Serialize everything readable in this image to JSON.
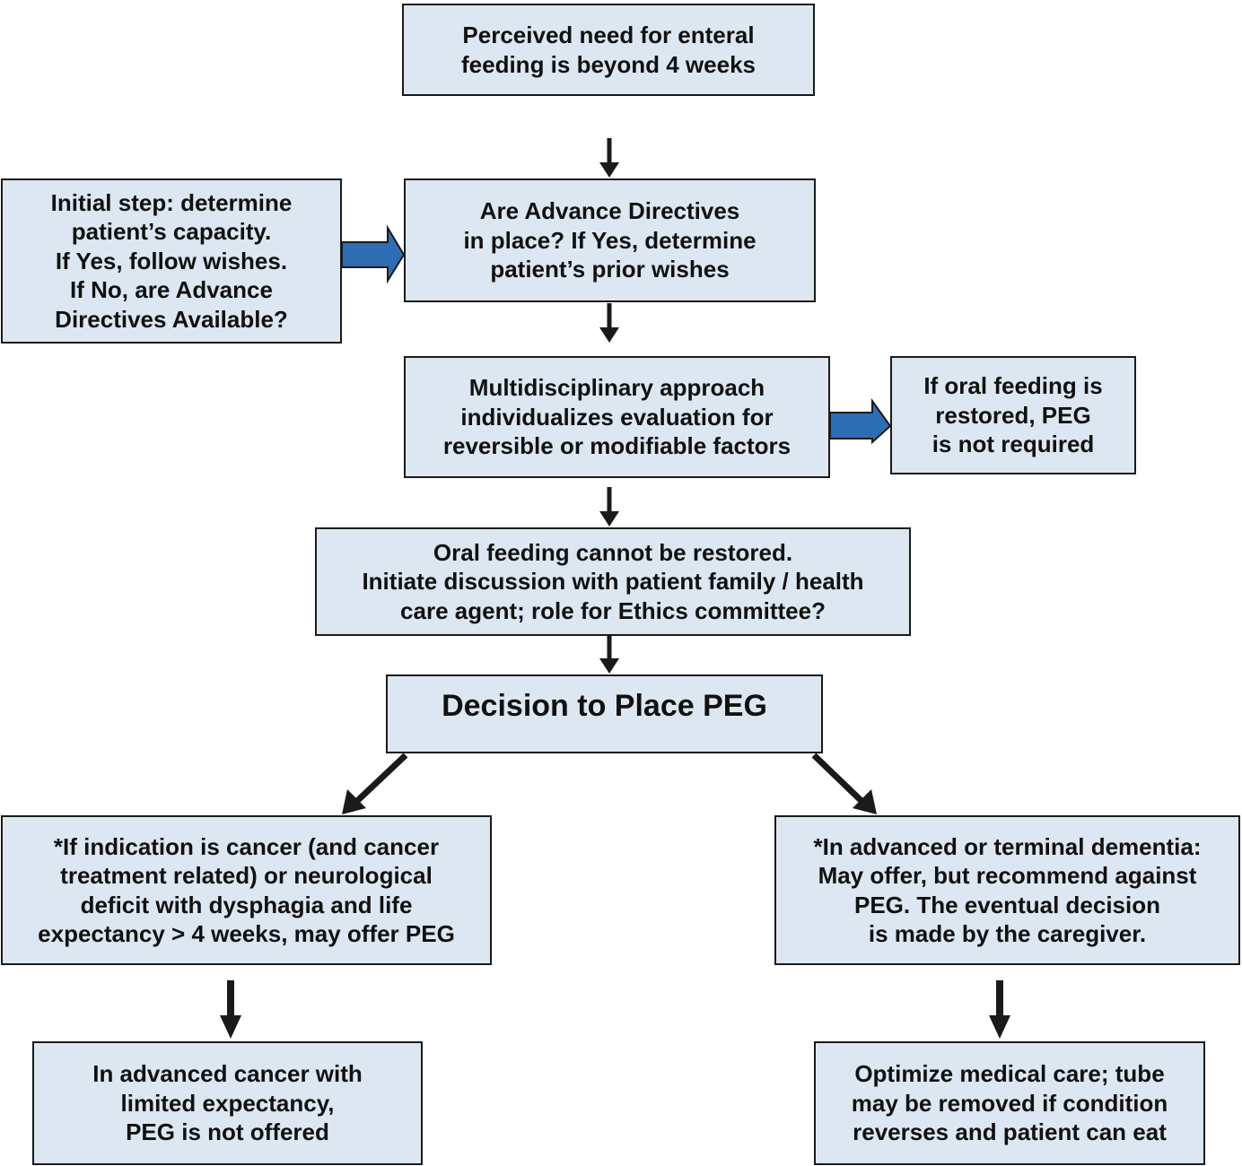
{
  "colors": {
    "box_fill": "#dce7f2",
    "border": "#1a1a1a",
    "arrow_black": "#1a1a1a",
    "arrow_blue": "#2e6db4"
  },
  "boxes": {
    "need": {
      "lines": [
        "Perceived need for enteral",
        "feeding is beyond 4 weeks"
      ]
    },
    "capacity": {
      "lines": [
        "Initial step: determine",
        "patient’s capacity.",
        "If Yes, follow wishes.",
        "If No, are Advance",
        "Directives Available?"
      ]
    },
    "directives": {
      "lines": [
        "Are Advance Directives",
        "in place? If Yes, determine",
        "patient’s prior wishes"
      ]
    },
    "multidisciplinary": {
      "lines": [
        "Multidisciplinary approach",
        "individualizes evaluation for",
        "reversible or modifiable factors"
      ]
    },
    "restored": {
      "lines": [
        "If oral feeding is",
        "restored, PEG",
        "is not required"
      ]
    },
    "cannot_restore": {
      "lines": [
        "Oral feeding cannot be restored.",
        "Initiate discussion with patient family / health",
        "care agent; role for Ethics committee?"
      ]
    },
    "decision": {
      "lines": [
        "Decision to Place PEG"
      ]
    },
    "cancer": {
      "lines": [
        "*If indication is cancer (and cancer",
        "treatment related) or neurological",
        "deficit with dysphagia and life",
        "expectancy > 4 weeks, may offer PEG"
      ]
    },
    "dementia": {
      "lines": [
        "*In advanced or terminal dementia:",
        "May offer, but recommend against",
        "PEG. The eventual decision",
        "is made by the caregiver."
      ]
    },
    "advanced_cancer": {
      "lines": [
        "In advanced cancer with",
        "limited expectancy,",
        "PEG is not offered"
      ]
    },
    "optimize": {
      "lines": [
        "Optimize medical care; tube",
        "may be removed if condition",
        "reverses and patient can eat"
      ]
    }
  }
}
